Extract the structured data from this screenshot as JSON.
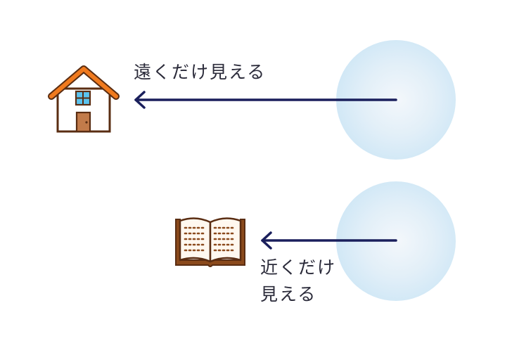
{
  "labels": {
    "far": "遠くだけ見える",
    "near_line1": "近くだけ",
    "near_line2": "見える"
  },
  "colors": {
    "arrow": "#1a1f5c",
    "house_roof": "#f07a1e",
    "house_outline": "#5a2d12",
    "house_window": "#5bc3ef",
    "house_door": "#c27b4a",
    "book_cover": "#8b4a1c",
    "book_page": "#fff8ef",
    "lens_edge": "#d2e9f7",
    "lens_center": "#f2f7fb"
  },
  "icons": {
    "house": "house-icon",
    "book": "open-book-icon",
    "lens": "lens-circle"
  }
}
